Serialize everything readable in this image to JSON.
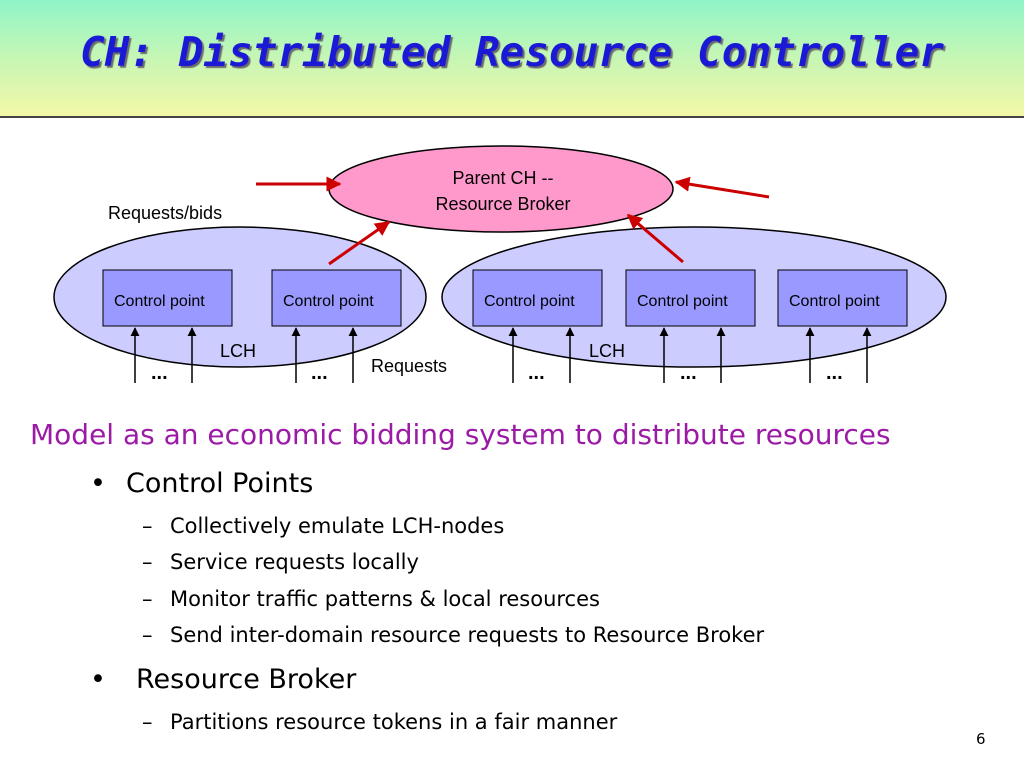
{
  "slide": {
    "title": "CH: Distributed Resource Controller",
    "page_number": "6"
  },
  "diagram": {
    "parent_label_line1": "Parent CH --",
    "parent_label_line2": "Resource Broker",
    "requests_bids_label": "Requests/bids",
    "requests_label": "Requests",
    "lch_label_left": "LCH",
    "lch_label_right": "LCH",
    "control_points": [
      "Control point",
      "Control point",
      "Control point",
      "Control point",
      "Control point"
    ],
    "ellipsis": "...",
    "colors": {
      "parent_fill": "#ff99cc",
      "lch_fill": "#ccccff",
      "control_point_fill": "#9999ff",
      "arrow_red": "#cc0000"
    }
  },
  "body": {
    "lead": "Model as an economic bidding system to distribute resources",
    "bullets": [
      {
        "label": "Control Points",
        "sub": [
          "Collectively emulate LCH-nodes",
          "Service requests locally",
          "Monitor traffic patterns & local resources",
          "Send inter-domain resource requests to Resource Broker"
        ]
      },
      {
        "label": "Resource Broker",
        "sub": [
          "Partitions resource tokens in a fair manner"
        ]
      }
    ],
    "bullet_glyph": "•",
    "dash_glyph": "–"
  }
}
